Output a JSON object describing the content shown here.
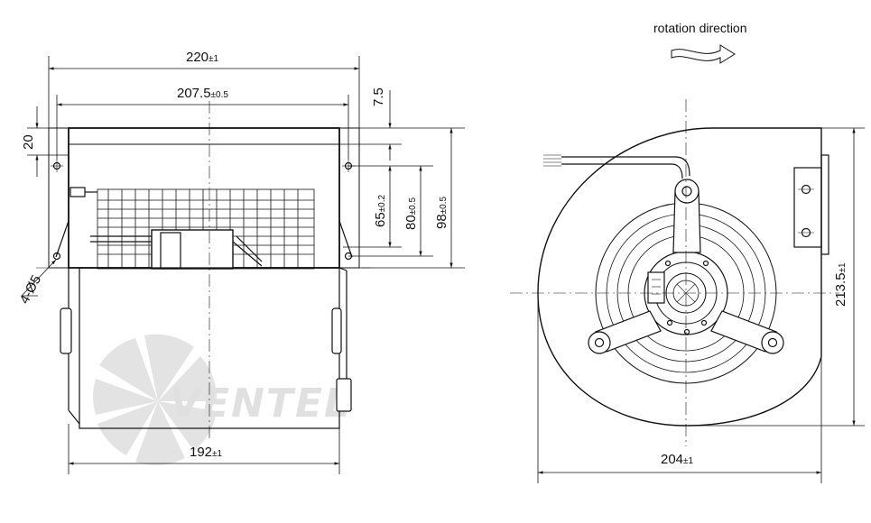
{
  "drawing": {
    "rotation_label": "rotation direction",
    "watermark_brand": "VENTEL",
    "left_view": {
      "overall_width": {
        "value": "220",
        "tol": "±1"
      },
      "hole_spacing": {
        "value": "207.5",
        "tol": "±0.5"
      },
      "top_offset": {
        "value": "7.5",
        "tol": ""
      },
      "flange_height": {
        "value": "20",
        "tol": ""
      },
      "hole_pitch_1": {
        "value": "65",
        "tol": "±0.2"
      },
      "hole_pitch_2": {
        "value": "80",
        "tol": "±0.5"
      },
      "flange_total": {
        "value": "98",
        "tol": "±0.5"
      },
      "holes": {
        "value": "4-Ø5",
        "tol": ""
      },
      "bottom_width": {
        "value": "192",
        "tol": "±1"
      }
    },
    "right_view": {
      "height": {
        "value": "213.5",
        "tol": "±1"
      },
      "width": {
        "value": "204",
        "tol": "±1"
      }
    }
  }
}
